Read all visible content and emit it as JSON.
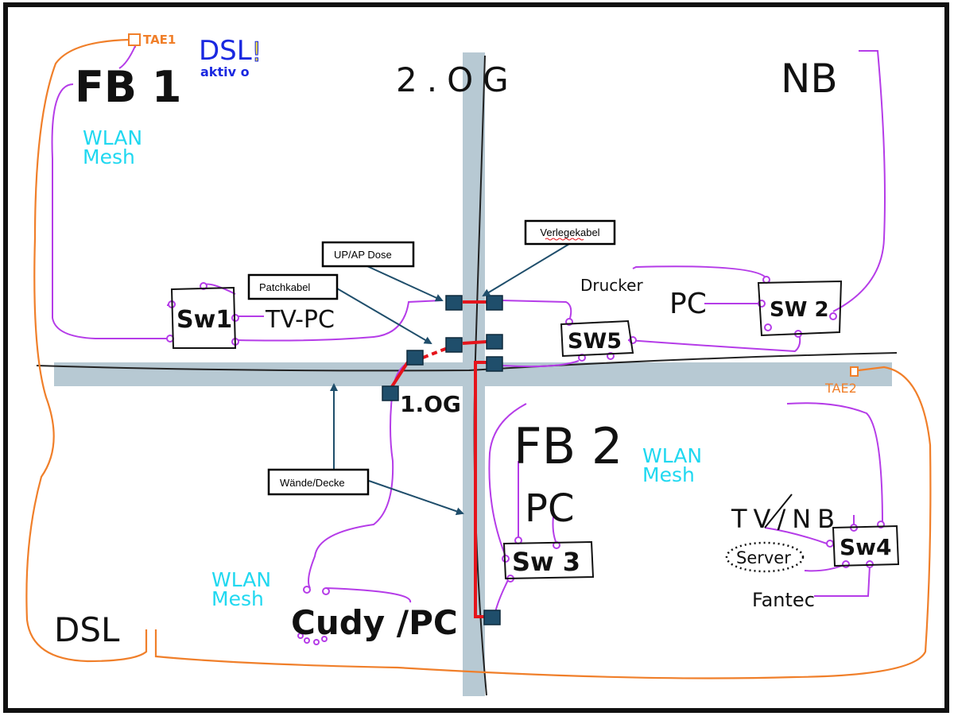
{
  "labels": {
    "floor_upper": "2.OG",
    "floor_lower": "1.OG",
    "fb1": "FB 1",
    "fb2": "FB 2",
    "nb": "NB",
    "dsl_header": "DSL",
    "dsl_excl": "!",
    "dsl_aktiv": "aktiv o",
    "tae1": "TAE1",
    "tae2": "TAE2",
    "wlan": "WLAN",
    "mesh": "Mesh",
    "sw1": "Sw1",
    "tv_pc": "TV-PC",
    "drucker": "Drucker",
    "pc_upper": "PC",
    "sw2": "SW 2",
    "sw5": "SW5",
    "pc_fb2": "PC",
    "sw3": "Sw 3",
    "tv_nb": "TV/NB",
    "server": "Server",
    "sw4": "Sw4",
    "fantec": "Fantec",
    "dsl_bottom": "DSL",
    "cudy_pc": "Cudy /PC"
  },
  "callouts": {
    "verlegekabel": "Verlegekabel",
    "up_ap_dose": "UP/AP Dose",
    "patchkabel": "Patchkabel",
    "waende_decke": "Wände/Decke"
  },
  "colors": {
    "lan": "#b53ce8",
    "phone": "#f07f2a",
    "installed_cable": "#e5141b",
    "walls": "#b7c9d3",
    "socket": "#1f4e6b",
    "wlan_text": "#20d8f0",
    "dsl_text": "#1a28e0",
    "ink": "#111111"
  }
}
